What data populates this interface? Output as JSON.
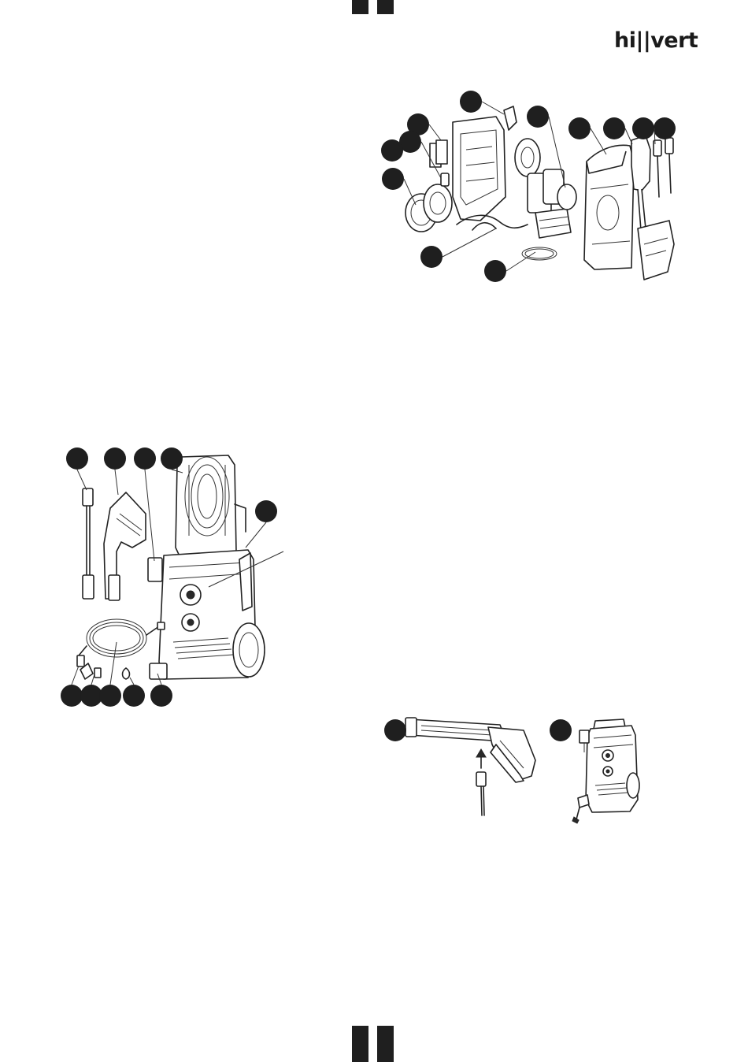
{
  "brand": {
    "logo_text": "hi||vert"
  },
  "figures": [
    {
      "id": "exploded-view"
    },
    {
      "id": "product-overview"
    },
    {
      "id": "gun-assembly"
    },
    {
      "id": "machine-assembly"
    }
  ]
}
